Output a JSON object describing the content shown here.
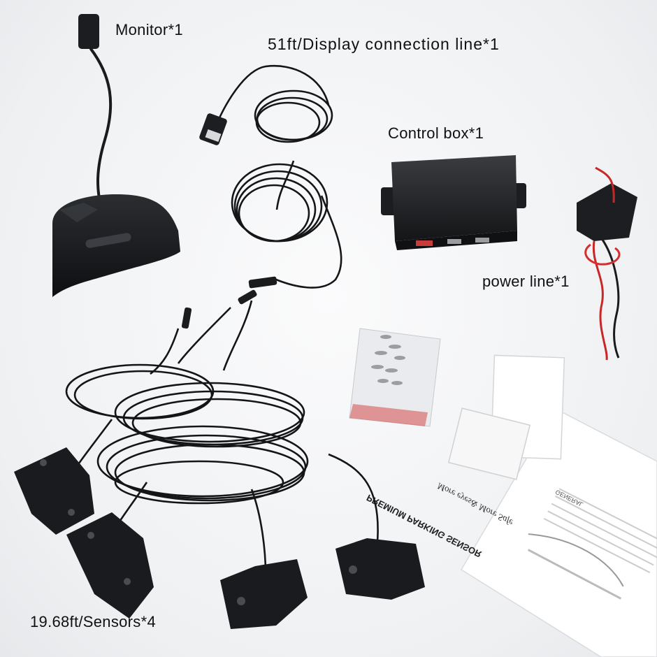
{
  "labels": {
    "monitor": "Monitor*1",
    "display_line": "51ft/Display connection line*1",
    "control_box": "Control box*1",
    "power_line": "power line*1",
    "sensors": "19.68ft/Sensors*4"
  },
  "manual": {
    "title": "PREMIUM PARKING SENSOR",
    "slogan": "More eyes& More Safe",
    "section": "GENERAL"
  }
}
